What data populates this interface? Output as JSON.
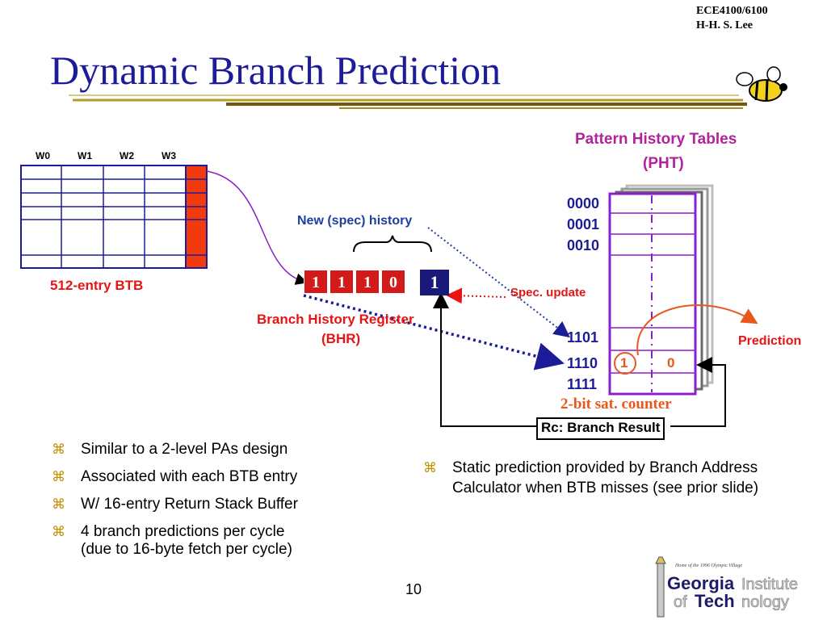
{
  "header": {
    "course": "ECE4100/6100",
    "author": "H-H. S. Lee",
    "title": "Dynamic Branch Prediction"
  },
  "btb": {
    "columns": [
      "W0",
      "W1",
      "W2",
      "W3"
    ],
    "label": "512-entry BTB"
  },
  "bhr": {
    "bits": [
      "1",
      "1",
      "1",
      "0"
    ],
    "new_bit": "1",
    "new_history_label": "New (spec) history",
    "label_line1": "Branch History Register",
    "label_line2": "(BHR)"
  },
  "pht": {
    "title_line1": "Pattern History Tables",
    "title_line2": "(PHT)",
    "row_labels_top": [
      "0000",
      "0001",
      "0010"
    ],
    "row_labels_bottom": [
      "1101",
      "1110",
      "1111"
    ],
    "counter_bits": [
      "1",
      "0"
    ],
    "counter_label": "2-bit sat. counter"
  },
  "annotations": {
    "spec_update": "Spec. update",
    "prediction": "Prediction",
    "branch_result": "Rc: Branch Result"
  },
  "bullets_left": [
    {
      "text": "Similar to a 2-level PAs design"
    },
    {
      "text": "Associated with each BTB entry"
    },
    {
      "text": "W/ 16-entry Return Stack Buffer"
    },
    {
      "text": "4 branch predictions per cycle",
      "text2": "(due to 16-byte fetch per cycle)"
    }
  ],
  "bullets_right": [
    {
      "text": "Static prediction provided by Branch Address",
      "text2": "Calculator when BTB misses (see prior slide)"
    }
  ],
  "bullet_glyph": "⌘",
  "footer": {
    "page_number": "10",
    "logo_line1": "Georgia",
    "logo_line1b": "Institute",
    "logo_line2": "of",
    "logo_line2b": "Tech",
    "logo_line2c": "nology",
    "logo_motto": "Home of the 1996 Olympic Village"
  },
  "colors": {
    "navy": "#1c1c99",
    "red": "#e81414",
    "magenta": "#b1229c",
    "orange": "#e8581c",
    "purple": "#8b1fc9"
  }
}
